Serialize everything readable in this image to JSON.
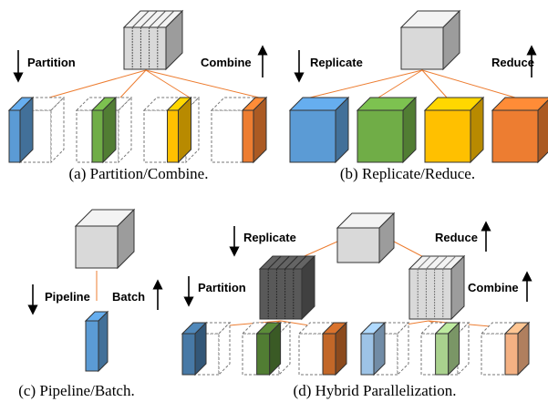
{
  "colors": {
    "blue": "#5b9bd5",
    "green": "#70ad47",
    "yellow": "#ffc000",
    "orange": "#ed7d31",
    "gray": "#d9d9d9",
    "dark_gray": "#595959",
    "light_blue": "#9dc3e6",
    "light_green": "#a9d18e",
    "light_orange": "#f4b183",
    "connector": "#ed7d31"
  },
  "panel_a": {
    "partition_label": "Partition",
    "combine_label": "Combine",
    "caption": "(a) Partition/Combine."
  },
  "panel_b": {
    "replicate_label": "Replicate",
    "reduce_label": "Reduce",
    "caption": "(b) Replicate/Reduce."
  },
  "panel_c": {
    "pipeline_label": "Pipeline",
    "batch_label": "Batch",
    "caption": "(c) Pipeline/Batch."
  },
  "panel_d": {
    "replicate_label": "Replicate",
    "reduce_label": "Reduce",
    "partition_label": "Partition",
    "combine_label": "Combine",
    "caption": "(d) Hybrid Parallelization."
  }
}
